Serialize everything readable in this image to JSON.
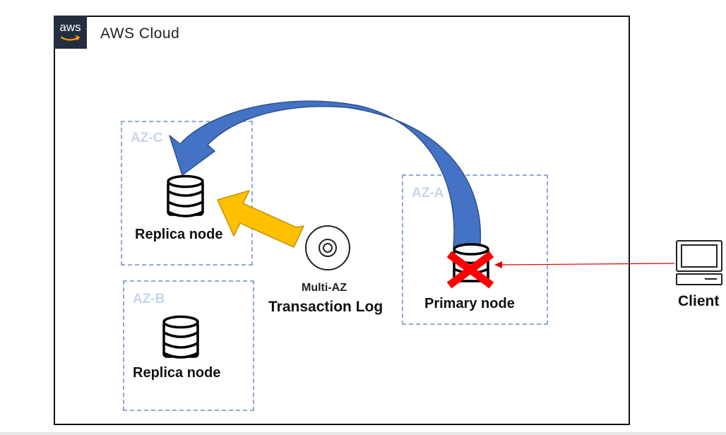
{
  "cloud": {
    "logo_text": "aws",
    "title": "AWS Cloud"
  },
  "zones": {
    "az_c": {
      "label": "AZ-C",
      "node_label": "Replica node"
    },
    "az_b": {
      "label": "AZ-B",
      "node_label": "Replica node"
    },
    "az_a": {
      "label": "AZ-A",
      "node_label": "Primary node"
    }
  },
  "transaction_log": {
    "line1": "Multi-AZ",
    "line2": "Transaction Log",
    "icon": "disc-icon"
  },
  "client": {
    "label": "Client",
    "icon": "desktop-computer-icon"
  },
  "colors": {
    "failover_arrow": "#3a5fad",
    "replication_arrow": "#ffc000",
    "failure_mark": "#ff0000",
    "client_connection": "#e00000",
    "zone_border": "#8fa9d4",
    "zone_label": "#c5d5ec",
    "aws_logo_bg": "#232f3e"
  }
}
